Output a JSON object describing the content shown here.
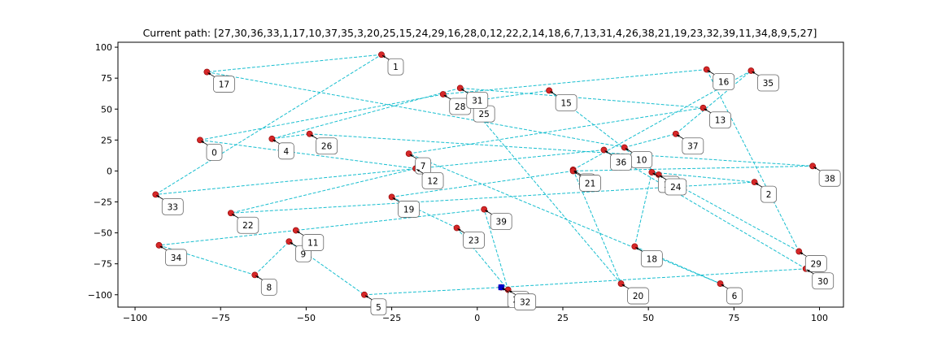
{
  "chart_data": {
    "type": "scatter",
    "title": "Current path: [27,30,36,33,1,17,10,37,35,3,20,25,15,24,29,16,28,0,12,22,2,14,18,6,7,13,31,4,26,38,21,19,23,32,39,11,34,8,9,5,27]",
    "xlim": [
      -105,
      107
    ],
    "ylim": [
      -110,
      104
    ],
    "xticks": [
      -100,
      -75,
      -50,
      -25,
      0,
      25,
      50,
      75,
      100
    ],
    "yticks": [
      -100,
      -75,
      -50,
      -25,
      0,
      25,
      50,
      75,
      100
    ],
    "xtick_labels": [
      "−100",
      "−75",
      "−50",
      "−25",
      "0",
      "25",
      "50",
      "75",
      "100"
    ],
    "ytick_labels": [
      "−100",
      "−75",
      "−50",
      "−25",
      "0",
      "25",
      "50",
      "75",
      "100"
    ],
    "grid": false,
    "colors": {
      "point": "#d62728",
      "path": "#17becf",
      "start": "#0000cc"
    },
    "start_node": 27,
    "points": [
      {
        "id": "0",
        "x": -81,
        "y": 25
      },
      {
        "id": "1",
        "x": -28,
        "y": 94
      },
      {
        "id": "2",
        "x": 81,
        "y": -9
      },
      {
        "id": "3",
        "x": 28,
        "y": 1
      },
      {
        "id": "4",
        "x": -60,
        "y": 26
      },
      {
        "id": "5",
        "x": -33,
        "y": -100
      },
      {
        "id": "6",
        "x": 71,
        "y": -91
      },
      {
        "id": "7",
        "x": -20,
        "y": 14
      },
      {
        "id": "8",
        "x": -65,
        "y": -84
      },
      {
        "id": "9",
        "x": -55,
        "y": -57
      },
      {
        "id": "10",
        "x": 43,
        "y": 19
      },
      {
        "id": "11",
        "x": -53,
        "y": -48
      },
      {
        "id": "12",
        "x": -18,
        "y": 2
      },
      {
        "id": "13",
        "x": 66,
        "y": 51
      },
      {
        "id": "14",
        "x": 51,
        "y": -1
      },
      {
        "id": "15",
        "x": 21,
        "y": 65
      },
      {
        "id": "16",
        "x": 67,
        "y": 82
      },
      {
        "id": "17",
        "x": -79,
        "y": 80
      },
      {
        "id": "18",
        "x": 46,
        "y": -61
      },
      {
        "id": "19",
        "x": -25,
        "y": -21
      },
      {
        "id": "20",
        "x": 42,
        "y": -91
      },
      {
        "id": "21",
        "x": 28,
        "y": 0
      },
      {
        "id": "22",
        "x": -72,
        "y": -34
      },
      {
        "id": "23",
        "x": -6,
        "y": -46
      },
      {
        "id": "24",
        "x": 53,
        "y": -3
      },
      {
        "id": "25",
        "x": -3,
        "y": 56
      },
      {
        "id": "26",
        "x": -49,
        "y": 30
      },
      {
        "id": "27",
        "x": 7,
        "y": -94
      },
      {
        "id": "28",
        "x": -10,
        "y": 62
      },
      {
        "id": "29",
        "x": 94,
        "y": -65
      },
      {
        "id": "30",
        "x": 96,
        "y": -79
      },
      {
        "id": "31",
        "x": -5,
        "y": 67
      },
      {
        "id": "32",
        "x": 9,
        "y": -96
      },
      {
        "id": "33",
        "x": -94,
        "y": -19
      },
      {
        "id": "34",
        "x": -93,
        "y": -60
      },
      {
        "id": "35",
        "x": 80,
        "y": 81
      },
      {
        "id": "36",
        "x": 37,
        "y": 17
      },
      {
        "id": "37",
        "x": 58,
        "y": 30
      },
      {
        "id": "38",
        "x": 98,
        "y": 4
      },
      {
        "id": "39",
        "x": 2,
        "y": -31
      }
    ],
    "path": [
      27,
      30,
      36,
      33,
      1,
      17,
      10,
      37,
      35,
      3,
      20,
      25,
      15,
      24,
      29,
      16,
      28,
      0,
      12,
      22,
      2,
      14,
      18,
      6,
      7,
      13,
      31,
      4,
      26,
      38,
      21,
      19,
      23,
      32,
      39,
      11,
      34,
      8,
      9,
      5,
      27
    ]
  }
}
